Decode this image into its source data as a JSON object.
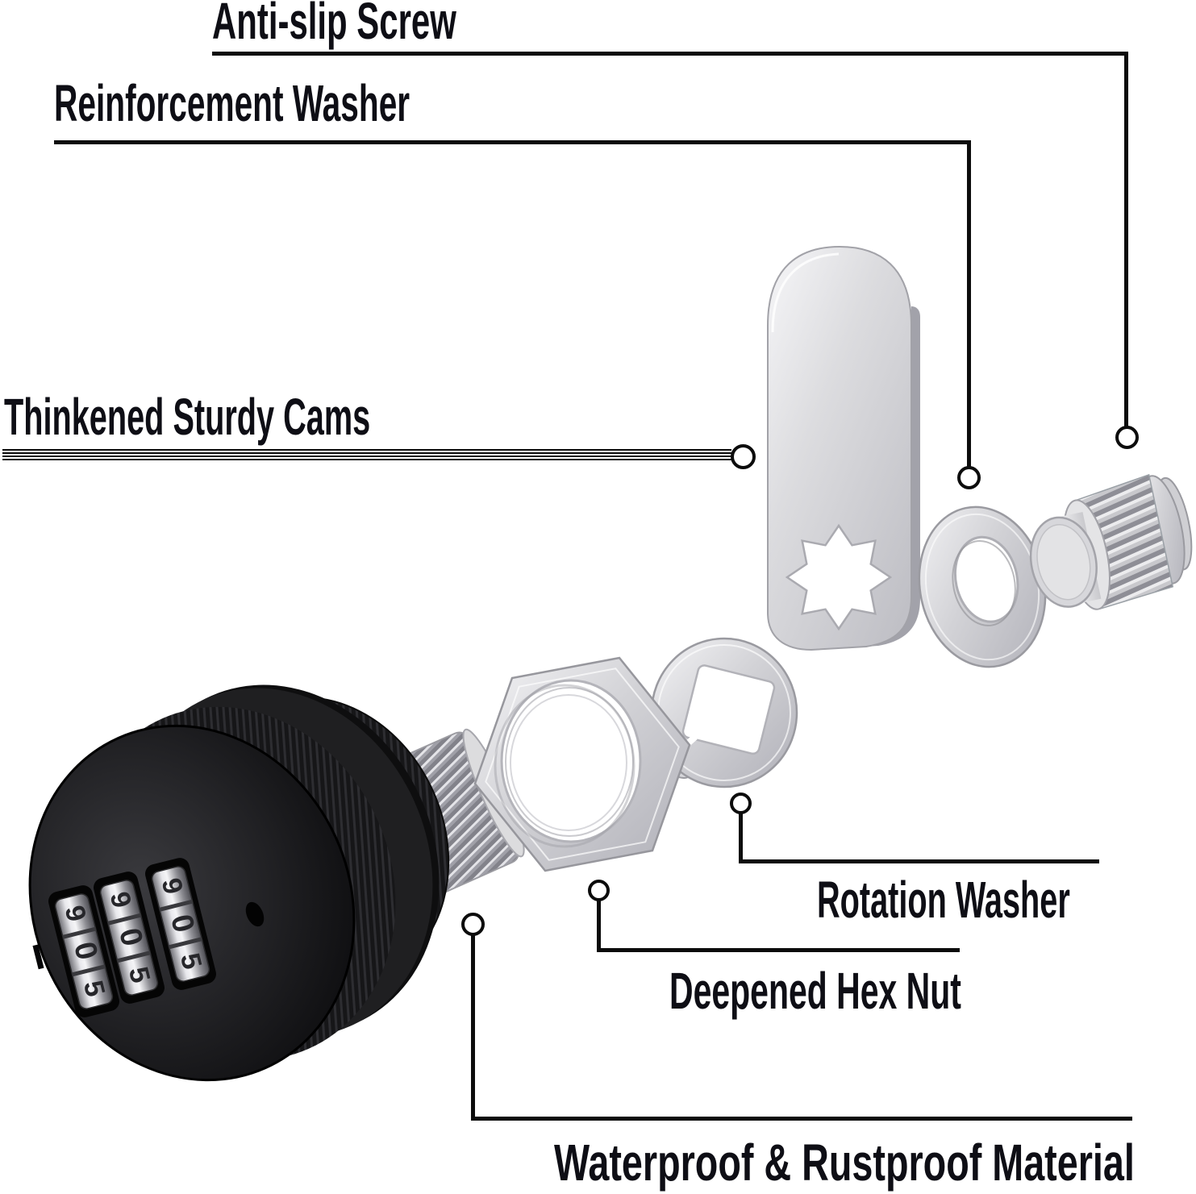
{
  "figure": {
    "type": "exploded-product-diagram",
    "product": "3-dial combination cam lock"
  },
  "callouts": [
    {
      "id": "anti_slip_screw",
      "label": "Anti-slip Screw"
    },
    {
      "id": "reinforcement_washer",
      "label": "Reinforcement Washer"
    },
    {
      "id": "thickened_cams",
      "label": "Thinkened Sturdy Cams"
    },
    {
      "id": "rotation_washer",
      "label": "Rotation Washer"
    },
    {
      "id": "deepened_hex_nut",
      "label": "Deepened Hex Nut"
    },
    {
      "id": "waterproof_material",
      "label": "Waterproof & Rustproof Material"
    }
  ],
  "lock_dials": {
    "count": 3,
    "visible_digits": [
      [
        "9",
        "0",
        "5"
      ],
      [
        "9",
        "0",
        "5"
      ],
      [
        "9",
        "0",
        "5"
      ]
    ]
  },
  "colors": {
    "background": "#ffffff",
    "annotation": "#0c0c0c",
    "label_text": "#0e0e15",
    "metal_light": "#f2f2f4",
    "metal_mid": "#c9c9cd",
    "metal_dark": "#93939b",
    "black_part": "#141416"
  }
}
